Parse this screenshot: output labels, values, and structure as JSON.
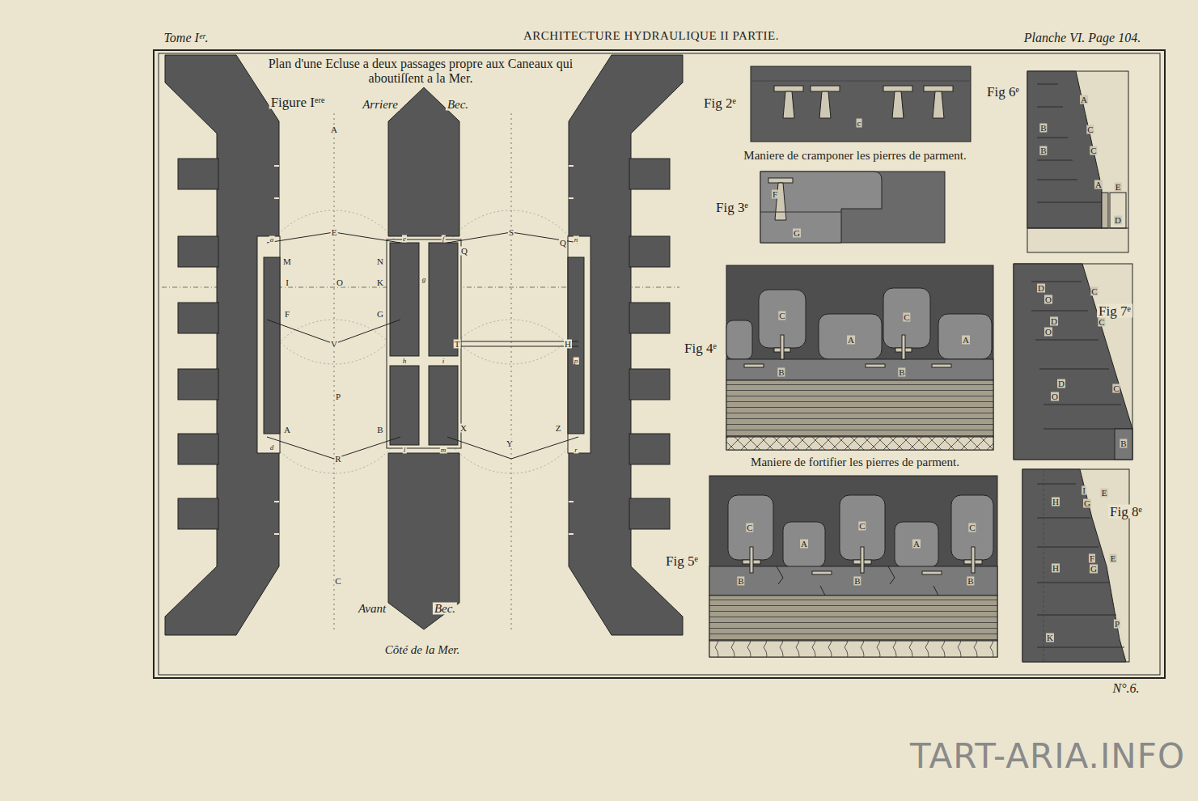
{
  "diagram": {
    "title": "ARCHITECTURE HYDRAULIQUE II PARTIE.",
    "labels": [
      "Tome Iᵉʳ.",
      "Planche VI. Page 104.",
      "Plan d'une Ecluse a deux passages propre aux Caneaux qui aboutiſſent a la Mer.",
      "Figure Iᵉʳᵉ",
      "Arriere",
      "Bec.",
      "A",
      "E",
      "S",
      "M",
      "N",
      "Q",
      "Q",
      "I",
      "O",
      "K",
      "F",
      "G",
      "V",
      "T",
      "H",
      "P",
      "A",
      "B",
      "X",
      "Z",
      "Y",
      "R",
      "C",
      "Avant",
      "Bec.",
      "Côté de la Mer.",
      "a",
      "e",
      "f",
      "n",
      "g",
      "h",
      "i",
      "p",
      "d",
      "l",
      "m",
      "r",
      "Fig 2ᵉ",
      "c",
      "Maniere de cramponer les pierres de parment.",
      "Fig 3ᵉ",
      "F",
      "G",
      "Fig 4ᵉ",
      "C",
      "C",
      "A",
      "A",
      "B",
      "B",
      "Maniere de fortifier les pierres de parment.",
      "Fig 5ᵉ",
      "C",
      "C",
      "C",
      "A",
      "A",
      "B",
      "B",
      "B",
      "Fig 6ᵉ",
      "A",
      "B",
      "C",
      "B",
      "C",
      "A",
      "E",
      "D",
      "Fig 7ᵉ",
      "D",
      "C",
      "O",
      "D",
      "C",
      "O",
      "D",
      "C",
      "O",
      "B",
      "Fig 8ᵉ",
      "I",
      "E",
      "H",
      "G",
      "F",
      "E",
      "H",
      "G",
      "P",
      "K",
      "N°.6.",
      "TART-ARIA.INFO"
    ]
  }
}
